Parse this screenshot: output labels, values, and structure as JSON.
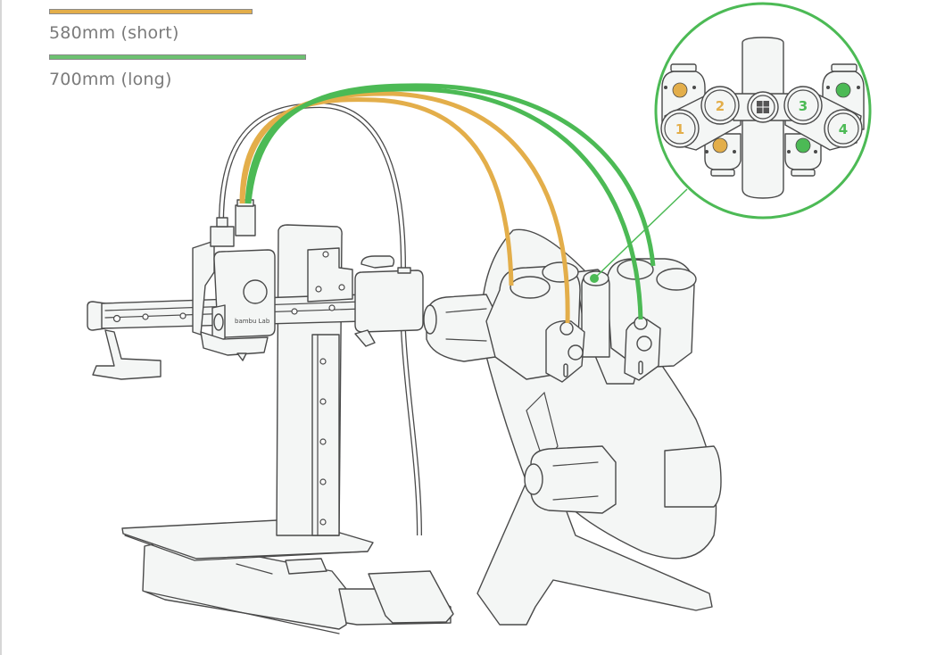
{
  "legend": {
    "items": [
      {
        "label": "580mm (short)",
        "color": "#e3ae4a",
        "kind": "short"
      },
      {
        "label": "700mm (long)",
        "color": "#6cc170",
        "kind": "long"
      }
    ]
  },
  "colors": {
    "short_tube": "#e3ae4a",
    "long_tube": "#4cba55",
    "inset_ring": "#4cba55",
    "line": "#4a4a4a",
    "body_fill": "#f4f6f5"
  },
  "printer": {
    "brand_label": "bambu Lab"
  },
  "inset": {
    "title": "AMS lite slot layout",
    "slots": [
      {
        "number": "1",
        "tube": "short"
      },
      {
        "number": "2",
        "tube": "short"
      },
      {
        "number": "3",
        "tube": "long"
      },
      {
        "number": "4",
        "tube": "long"
      }
    ]
  }
}
